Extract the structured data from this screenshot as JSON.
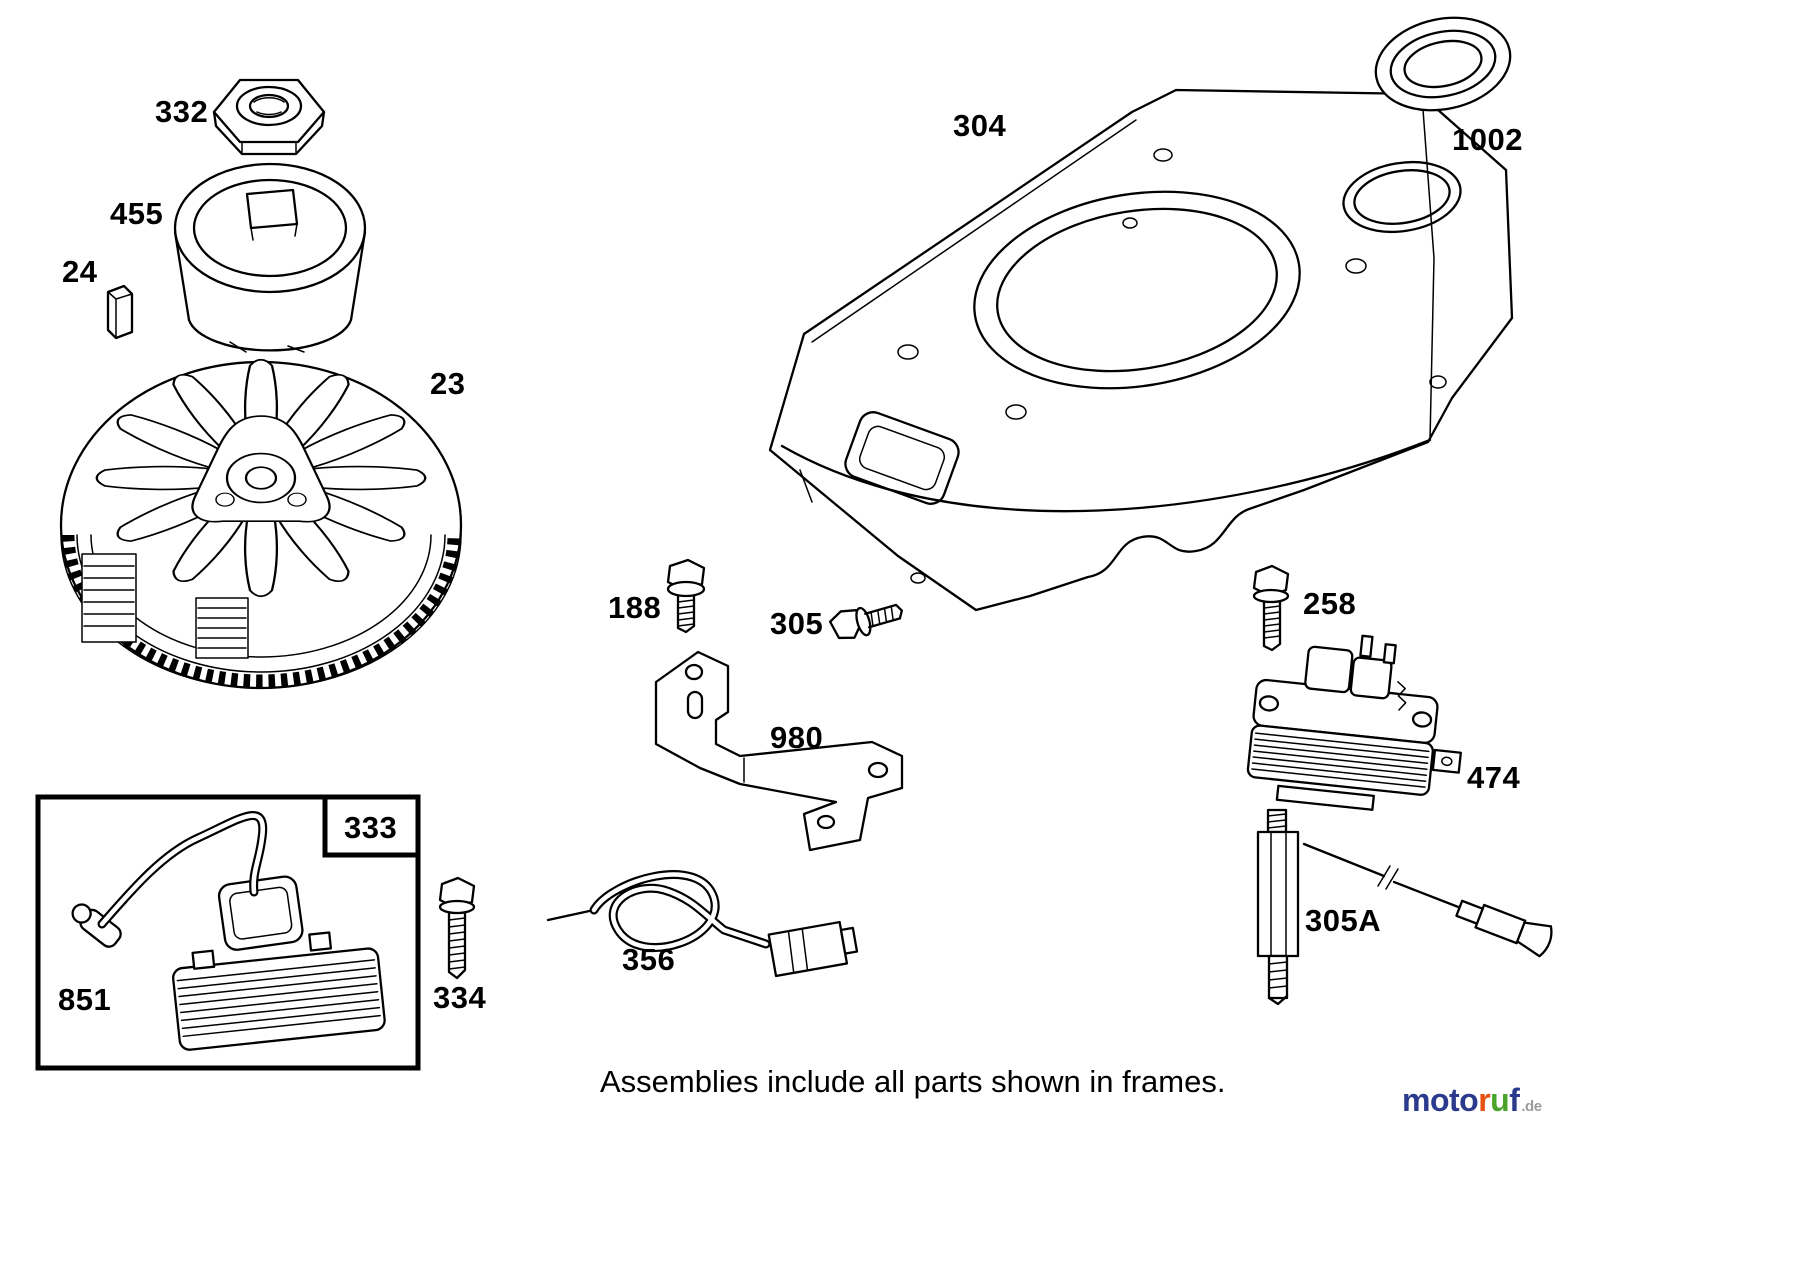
{
  "footer": {
    "note": "Assemblies include all parts shown in frames."
  },
  "logo": {
    "letters": [
      {
        "ch": "m",
        "color": "#2b3a8c"
      },
      {
        "ch": "o",
        "color": "#2b3a8c"
      },
      {
        "ch": "t",
        "color": "#2b3a8c"
      },
      {
        "ch": "o",
        "color": "#2b3a8c"
      },
      {
        "ch": "r",
        "color": "#e8500f"
      },
      {
        "ch": "u",
        "color": "#4aa32a"
      },
      {
        "ch": "f",
        "color": "#2b3a8c"
      }
    ],
    "suffix": ".de"
  },
  "parts": {
    "nut": {
      "label": "332"
    },
    "starter_cup": {
      "label": "455"
    },
    "key": {
      "label": "24"
    },
    "flywheel": {
      "label": "23"
    },
    "blower_housing": {
      "label": "304"
    },
    "grommet": {
      "label": "1002"
    },
    "bolt_188": {
      "label": "188"
    },
    "bolt_305": {
      "label": "305"
    },
    "bracket": {
      "label": "980"
    },
    "bolt_258": {
      "label": "258"
    },
    "armature": {
      "label": "474"
    },
    "standoff": {
      "label": "305A"
    },
    "assembly_frame": {
      "label": "333"
    },
    "ignition_coil": {
      "label": "851"
    },
    "bolt_334": {
      "label": "334"
    },
    "stop_wire": {
      "label": "356"
    }
  }
}
